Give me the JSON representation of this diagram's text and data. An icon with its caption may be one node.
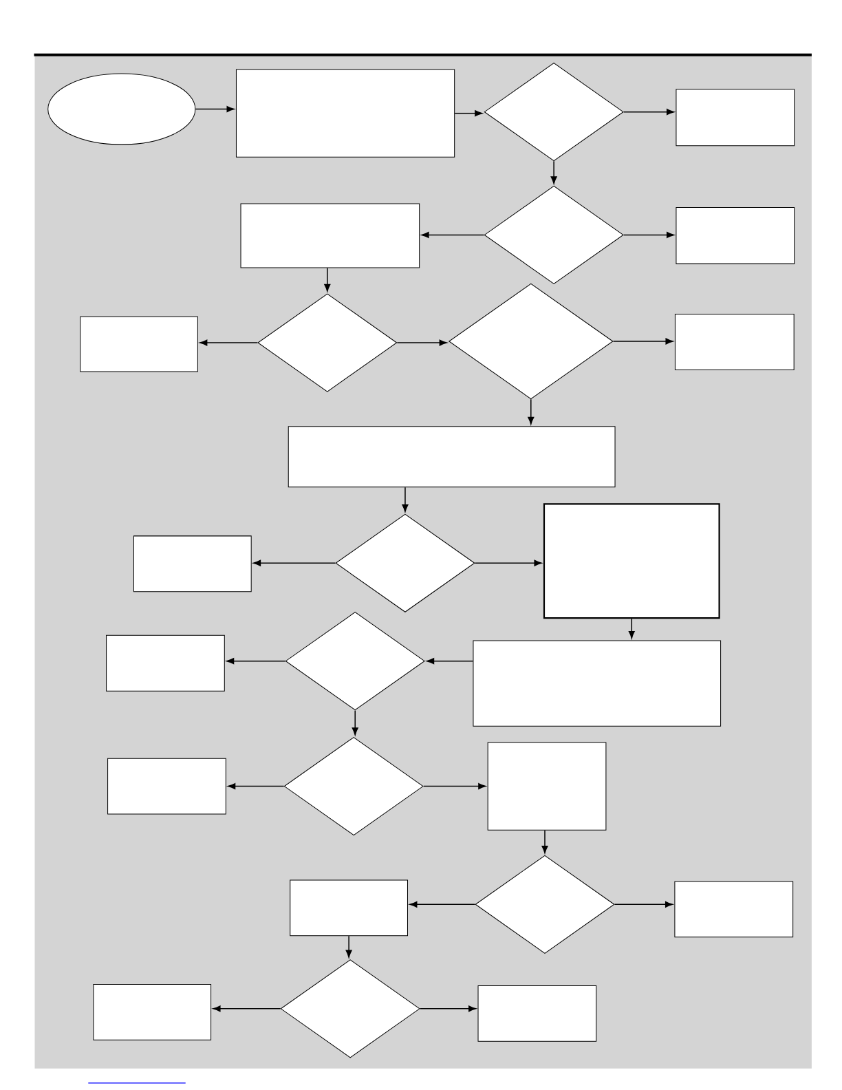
{
  "diagram": {
    "nodes": [
      {
        "text": [],
        "shape": "ellipse"
      },
      {
        "text": [],
        "shape": "box"
      },
      {
        "text": [],
        "shape": "diamond"
      },
      {
        "text": [],
        "shape": "box"
      },
      {
        "text": [],
        "shape": "diamond"
      },
      {
        "text": [],
        "shape": "box"
      },
      {
        "text": [],
        "shape": "box"
      },
      {
        "text": [],
        "shape": "box"
      },
      {
        "text": [],
        "shape": "diamond"
      },
      {
        "text": [],
        "shape": "diamond"
      },
      {
        "text": [],
        "shape": "box"
      },
      {
        "text": [],
        "shape": "box"
      },
      {
        "text": [],
        "shape": "box"
      },
      {
        "text": [],
        "shape": "diamond"
      },
      {
        "text": [],
        "shape": "box"
      },
      {
        "text": [],
        "shape": "box"
      },
      {
        "text": [],
        "shape": "diamond"
      },
      {
        "text": [],
        "shape": "box"
      },
      {
        "text": [],
        "shape": "box"
      },
      {
        "text": [],
        "shape": "diamond"
      },
      {
        "text": [],
        "shape": "box"
      },
      {
        "text": [],
        "shape": "box"
      },
      {
        "text": [],
        "shape": "diamond"
      },
      {
        "text": [],
        "shape": "box"
      },
      {
        "text": [],
        "shape": "box"
      },
      {
        "text": [],
        "shape": "diamond"
      },
      {
        "text": [],
        "shape": "box"
      }
    ],
    "edges": [
      {
        "from": 0,
        "to": 1,
        "arrow": "to"
      },
      {
        "from": 1,
        "to": 2,
        "arrow": "to"
      },
      {
        "from": 2,
        "to": 3,
        "arrow": "to"
      },
      {
        "from": 2,
        "to": 4,
        "arrow": "to"
      },
      {
        "from": 4,
        "to": 5,
        "arrow": "to"
      },
      {
        "from": 4,
        "to": 6,
        "arrow": "to"
      },
      {
        "from": 5,
        "to": 8,
        "arrow": "to"
      },
      {
        "from": 8,
        "to": 7,
        "arrow": "to"
      },
      {
        "from": 8,
        "to": 9,
        "arrow": "to"
      },
      {
        "from": 9,
        "to": 10,
        "arrow": "to"
      },
      {
        "from": 9,
        "to": 11,
        "arrow": "to"
      },
      {
        "from": 11,
        "to": 13,
        "arrow": "to"
      },
      {
        "from": 13,
        "to": 12,
        "arrow": "to"
      },
      {
        "from": 13,
        "to": 14,
        "arrow": "to"
      },
      {
        "from": 14,
        "to": 17,
        "arrow": "to"
      },
      {
        "from": 17,
        "to": 16,
        "arrow": "to"
      },
      {
        "from": 16,
        "to": 15,
        "arrow": "to"
      },
      {
        "from": 16,
        "to": 19,
        "arrow": "to"
      },
      {
        "from": 19,
        "to": 18,
        "arrow": "to"
      },
      {
        "from": 19,
        "to": 20,
        "arrow": "to"
      },
      {
        "from": 20,
        "to": 22,
        "arrow": "to"
      },
      {
        "from": 22,
        "to": 21,
        "arrow": "to"
      },
      {
        "from": 22,
        "to": 23,
        "arrow": "to"
      },
      {
        "from": 21,
        "to": 25,
        "arrow": "to"
      },
      {
        "from": 25,
        "to": 24,
        "arrow": "to"
      },
      {
        "from": 25,
        "to": 26,
        "arrow": "to"
      }
    ]
  }
}
